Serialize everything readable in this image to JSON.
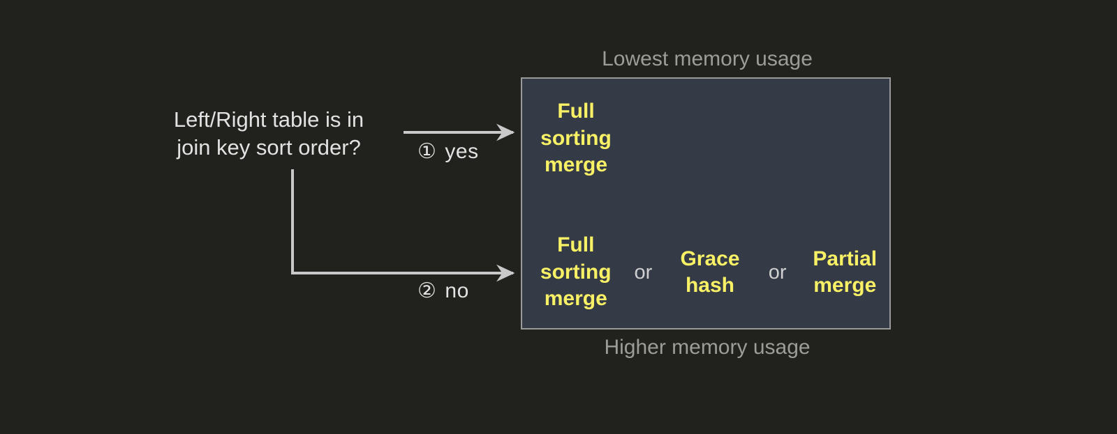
{
  "theme": {
    "background": "#21221e",
    "panel_fill": "#343a46",
    "panel_border": "#9a9a9a",
    "option_color": "#f8f065",
    "text_color": "#e2e2e2",
    "caption_color": "#9c9c99",
    "connector_color": "#c9c9c9"
  },
  "decision": {
    "question": "Left/Right table is in\njoin key sort order?"
  },
  "branches": [
    {
      "marker": "①",
      "label": "yes"
    },
    {
      "marker": "②",
      "label": "no"
    }
  ],
  "captions": {
    "top": "Lowest memory usage",
    "bottom": "Higher memory usage"
  },
  "outcomes": {
    "sorted": {
      "options": [
        "Full\nsorting\nmerge"
      ],
      "separators": []
    },
    "unsorted": {
      "options": [
        "Full\nsorting\nmerge",
        "Grace\nhash",
        "Partial\nmerge"
      ],
      "separators": [
        "or",
        "or"
      ]
    }
  }
}
